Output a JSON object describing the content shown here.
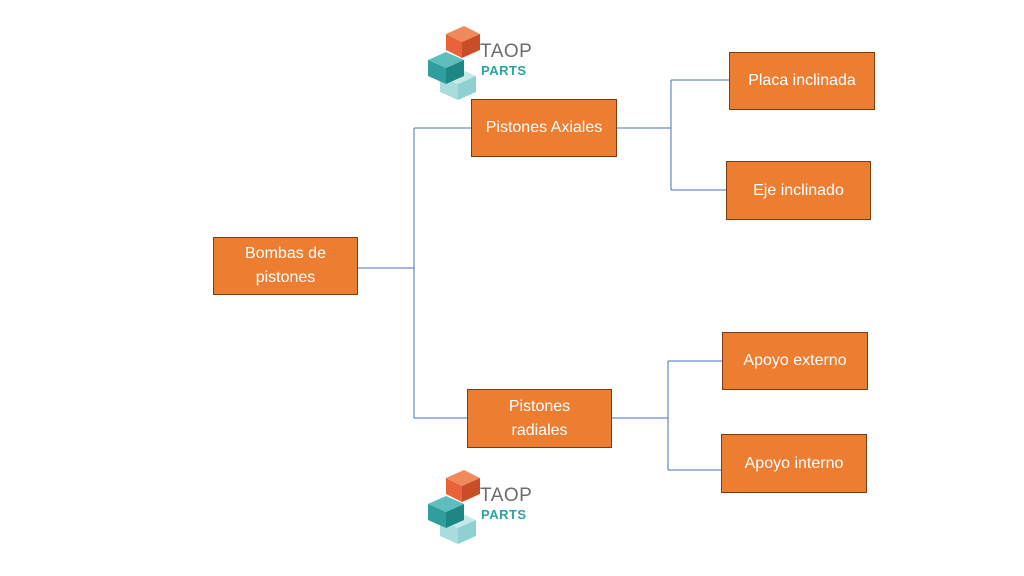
{
  "diagram": {
    "root": {
      "label": "Bombas de\npistones"
    },
    "branches": [
      {
        "label": "Pistones Axiales",
        "children": [
          "Placa inclinada",
          "Eje inclinado"
        ]
      },
      {
        "label": "Pistones\nradiales",
        "children": [
          "Apoyo externo",
          "Apoyo interno"
        ]
      }
    ]
  },
  "logo": {
    "text_top": "TAOP",
    "text_bottom": "PARTS"
  },
  "colors": {
    "box_fill": "#ED7D31",
    "box_border": "#7a3d12",
    "connector": "#4472C4",
    "logo_orange": "#E8633A",
    "logo_teal": "#2FA5A5",
    "logo_teal_light": "#9FD6D6",
    "logo_text_gray": "#6c6c6c"
  }
}
